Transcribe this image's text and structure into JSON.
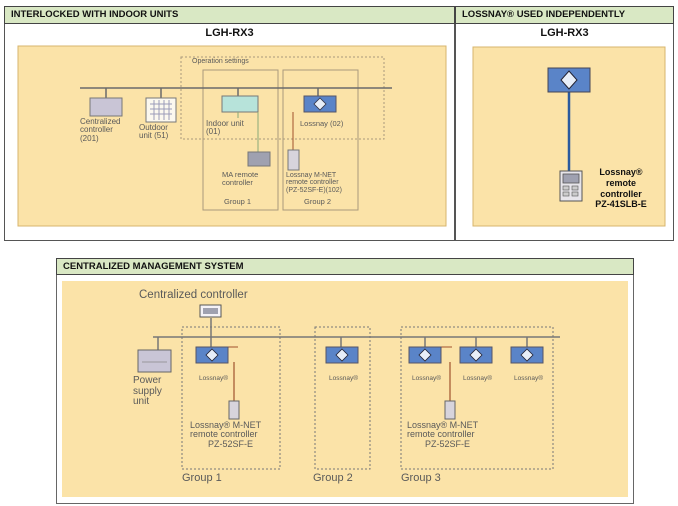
{
  "panel_left": {
    "header": "INTERLOCKED WITH INDOOR UNITS",
    "model": "LGH-RX3",
    "operation_settings": "Operation settings",
    "centralized_controller": [
      "Centralized",
      "controller",
      "(201)"
    ],
    "outdoor_unit": [
      "Outdoor",
      "unit (51)"
    ],
    "indoor_unit": [
      "Indoor unit",
      "(01)"
    ],
    "lossnay": "Lossnay (02)",
    "ma_remote": [
      "MA remote",
      "controller"
    ],
    "mnet_remote": [
      "Lossnay M-NET",
      "remote controller",
      "(PZ-52SF-E)(102)"
    ],
    "group1": "Group 1",
    "group2": "Group 2"
  },
  "panel_right": {
    "header": "LOSSNAY® USED INDEPENDENTLY",
    "model": "LGH-RX3",
    "remote": [
      "Lossnay®",
      "remote",
      "controller",
      "PZ-41SLB-E"
    ]
  },
  "panel_bottom": {
    "header": "CENTRALIZED MANAGEMENT SYSTEM",
    "centralized_controller": "Centralized controller",
    "power_supply": [
      "Power",
      "supply",
      "unit"
    ],
    "lossnay_label": "Lossnay®",
    "remote_g1": [
      "Lossnay® M-NET",
      "remote controller",
      "PZ-52SF-E"
    ],
    "remote_g3": [
      "Lossnay® M-NET",
      "remote controller",
      "PZ-52SF-E"
    ],
    "group1": "Group 1",
    "group2": "Group 2",
    "group3": "Group 3"
  },
  "colors": {
    "panel_fill": "#fbe3a8",
    "header_fill": "#d9e8c4",
    "device_blue": "#5a84c8",
    "indoor_teal": "#b7e3da",
    "wire_blue": "#2a5a9e",
    "wire_brown": "#a0522d"
  }
}
